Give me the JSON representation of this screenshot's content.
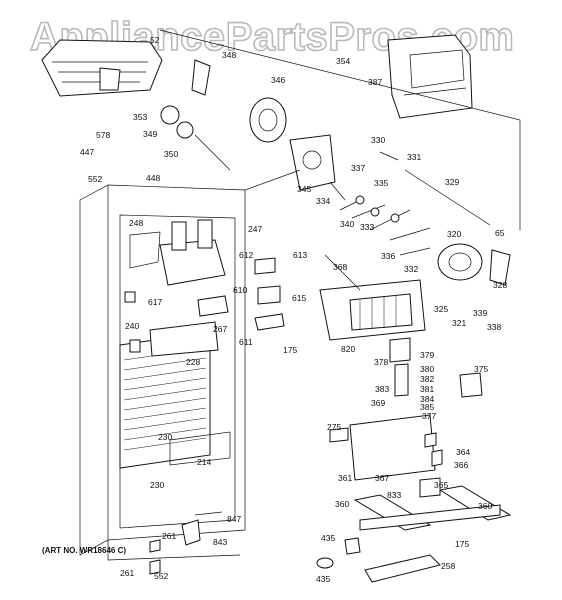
{
  "watermark": "AppliancePartsPros.com",
  "art_number": "(ART NO. WR18646 C)",
  "callouts": [
    "52",
    "348",
    "353",
    "346",
    "354",
    "387",
    "349",
    "350",
    "578",
    "447",
    "552",
    "448",
    "330",
    "331",
    "329",
    "345",
    "337",
    "335",
    "334",
    "340",
    "333",
    "336",
    "332",
    "320",
    "65",
    "328",
    "248",
    "247",
    "612",
    "613",
    "368",
    "617",
    "610",
    "615",
    "240",
    "267",
    "611",
    "175",
    "820",
    "325",
    "339",
    "321",
    "338",
    "228",
    "378",
    "379",
    "380",
    "382",
    "381",
    "384",
    "383",
    "385",
    "377",
    "369",
    "375",
    "230",
    "214",
    "275",
    "364",
    "366",
    "361",
    "367",
    "365",
    "833",
    "360",
    "230",
    "847",
    "261",
    "843",
    "435",
    "175",
    "552",
    "258",
    "261",
    "435",
    "360"
  ]
}
